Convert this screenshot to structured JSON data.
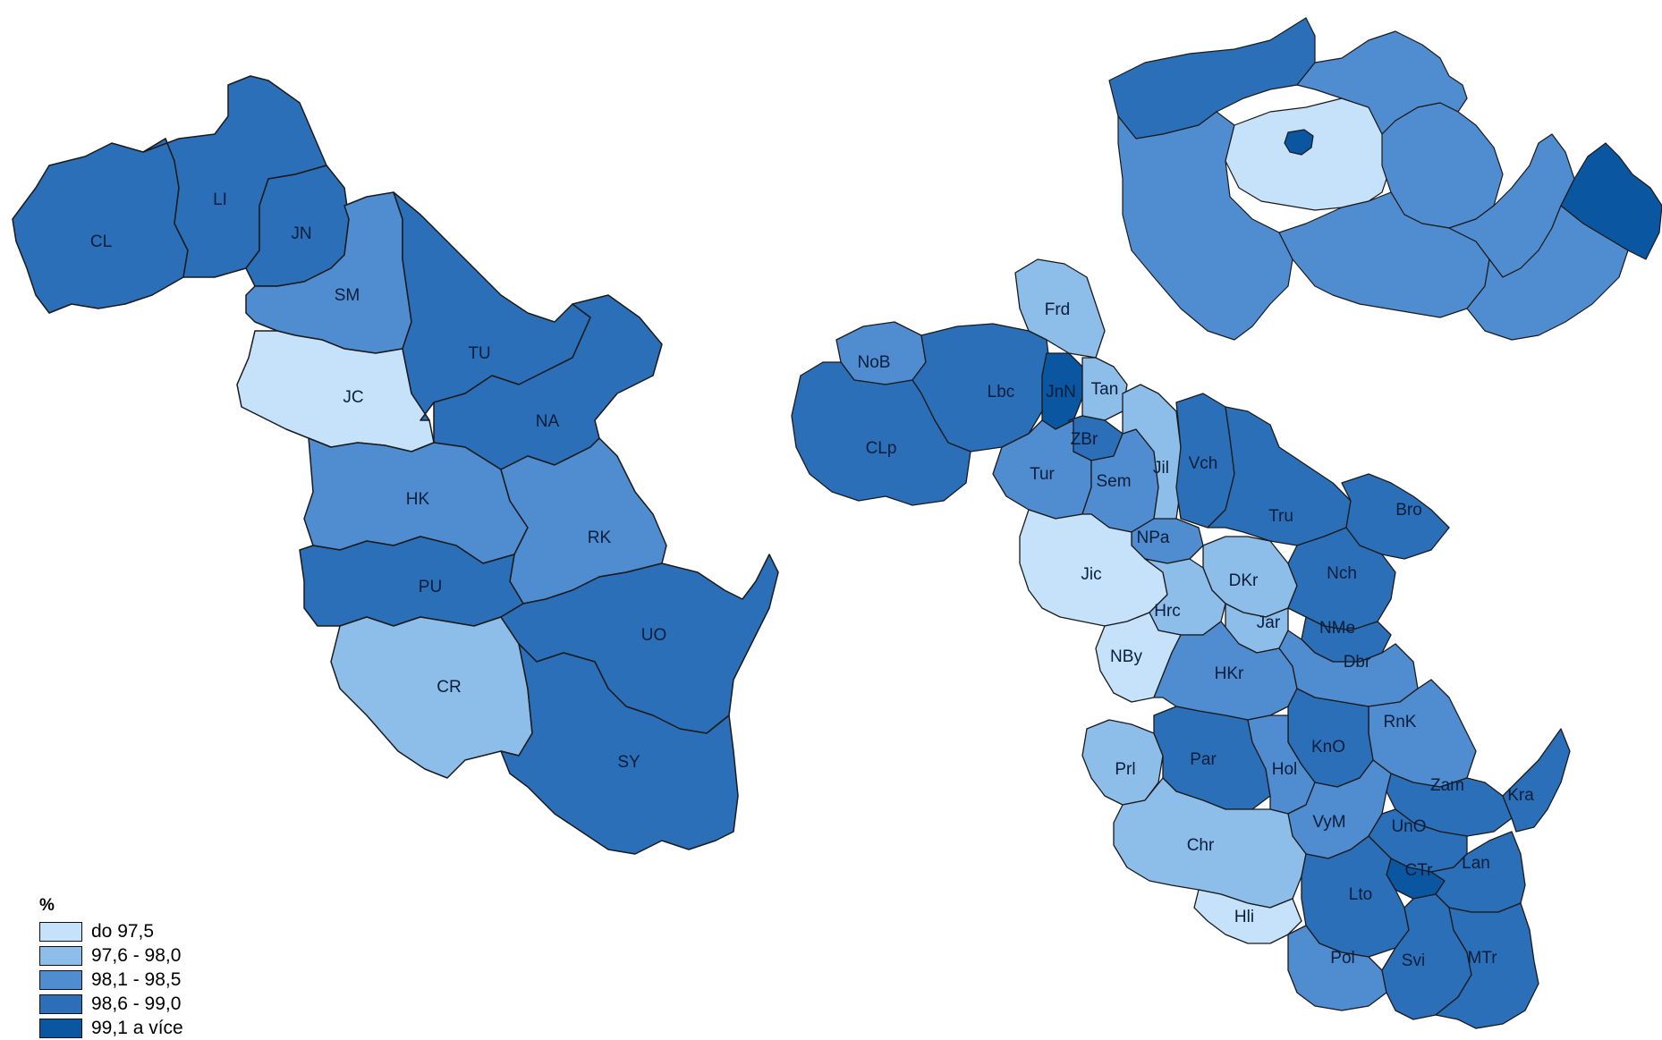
{
  "legend": {
    "title": "%",
    "items": [
      {
        "label": "do 97,5",
        "color": "#c6e2fa"
      },
      {
        "label": "97,6 - 98,0",
        "color": "#8dbde9"
      },
      {
        "label": "98,1 - 98,5",
        "color": "#4f8dd0"
      },
      {
        "label": "98,6 - 99,0",
        "color": "#2b6fb8"
      },
      {
        "label": "99,1 a více",
        "color": "#0b56a0"
      }
    ]
  },
  "regions_left": [
    {
      "code": "CL",
      "class": 3
    },
    {
      "code": "LI",
      "class": 3
    },
    {
      "code": "JN",
      "class": 3
    },
    {
      "code": "SM",
      "class": 2
    },
    {
      "code": "JC",
      "class": 0
    },
    {
      "code": "TU",
      "class": 3
    },
    {
      "code": "NA",
      "class": 3
    },
    {
      "code": "HK",
      "class": 2
    },
    {
      "code": "RK",
      "class": 2
    },
    {
      "code": "PU",
      "class": 3
    },
    {
      "code": "CR",
      "class": 1
    },
    {
      "code": "UO",
      "class": 3
    },
    {
      "code": "SY",
      "class": 3
    }
  ],
  "regions_right": [
    {
      "code": "Frd",
      "class": 1
    },
    {
      "code": "NoB",
      "class": 2
    },
    {
      "code": "Lbc",
      "class": 3
    },
    {
      "code": "JnN",
      "class": 4
    },
    {
      "code": "Tan",
      "class": 1
    },
    {
      "code": "CLp",
      "class": 3
    },
    {
      "code": "ZBr",
      "class": 3
    },
    {
      "code": "Tur",
      "class": 2
    },
    {
      "code": "Sem",
      "class": 2
    },
    {
      "code": "Jil",
      "class": 1
    },
    {
      "code": "Vch",
      "class": 3
    },
    {
      "code": "Tru",
      "class": 3
    },
    {
      "code": "Bro",
      "class": 3
    },
    {
      "code": "NPa",
      "class": 2
    },
    {
      "code": "Jic",
      "class": 0
    },
    {
      "code": "DKr",
      "class": 1
    },
    {
      "code": "Nch",
      "class": 3
    },
    {
      "code": "Hrc",
      "class": 1
    },
    {
      "code": "Jar",
      "class": 1
    },
    {
      "code": "NMe",
      "class": 3
    },
    {
      "code": "NBy",
      "class": 0
    },
    {
      "code": "HKr",
      "class": 2
    },
    {
      "code": "Dbr",
      "class": 2
    },
    {
      "code": "RnK",
      "class": 2
    },
    {
      "code": "KnO",
      "class": 3
    },
    {
      "code": "Prl",
      "class": 1
    },
    {
      "code": "Par",
      "class": 3
    },
    {
      "code": "Hol",
      "class": 2
    },
    {
      "code": "Zam",
      "class": 3
    },
    {
      "code": "Kra",
      "class": 3
    },
    {
      "code": "VyM",
      "class": 2
    },
    {
      "code": "UnO",
      "class": 3
    },
    {
      "code": "Chr",
      "class": 1
    },
    {
      "code": "CTr",
      "class": 4
    },
    {
      "code": "Lan",
      "class": 3
    },
    {
      "code": "Lto",
      "class": 3
    },
    {
      "code": "Hli",
      "class": 0
    },
    {
      "code": "Pol",
      "class": 2
    },
    {
      "code": "Svi",
      "class": 3
    },
    {
      "code": "MTr",
      "class": 3
    }
  ],
  "inset_regions": [
    {
      "id": "cz-northwest",
      "class": 3
    },
    {
      "id": "cz-west",
      "class": 2
    },
    {
      "id": "cz-central",
      "class": 0
    },
    {
      "id": "cz-capital",
      "class": 4
    },
    {
      "id": "cz-north",
      "class": 2
    },
    {
      "id": "cz-northeast",
      "class": 2
    },
    {
      "id": "cz-south",
      "class": 2
    },
    {
      "id": "cz-east",
      "class": 2
    },
    {
      "id": "cz-far-east",
      "class": 4
    },
    {
      "id": "cz-southeast",
      "class": 2
    }
  ]
}
